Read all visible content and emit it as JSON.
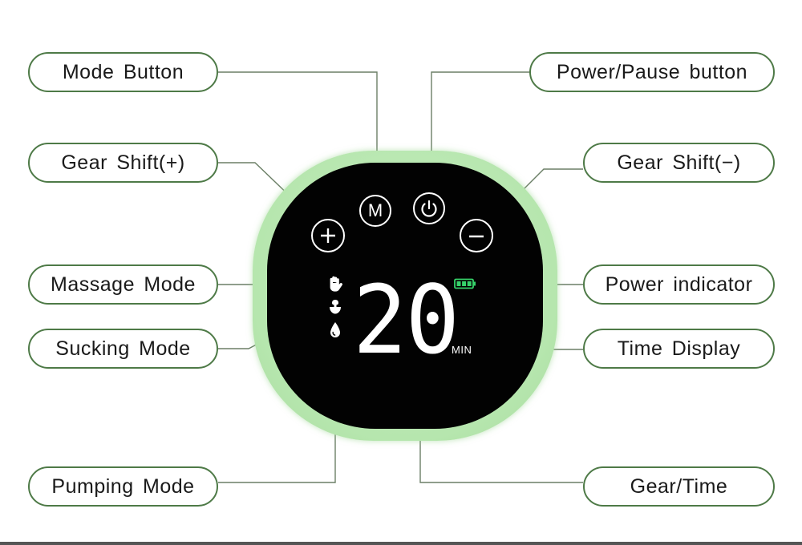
{
  "labels": {
    "mode_button": "Mode Button",
    "power_pause_button": "Power/Pause button",
    "gear_shift_plus": "Gear Shift(+)",
    "gear_shift_minus": "Gear Shift(−)",
    "massage_mode": "Massage Mode",
    "power_indicator": "Power indicator",
    "sucking_mode": "Sucking Mode",
    "time_display": "Time Display",
    "pumping_mode": "Pumping Mode",
    "gear_time": "Gear/Time"
  },
  "device": {
    "mode_button_glyph": "M",
    "time_value": "20",
    "time_unit": "MIN",
    "battery_bars": 3
  },
  "colors": {
    "label_border": "#4e7a47",
    "leader_line": "#6b7f66",
    "device_rim": "#b6e6ae",
    "screen": "#020202",
    "battery": "#36d36a"
  },
  "icons": [
    "plus-icon",
    "minus-icon",
    "power-icon",
    "hand-icon",
    "sucking-icon",
    "droplet-icon",
    "battery-icon"
  ]
}
